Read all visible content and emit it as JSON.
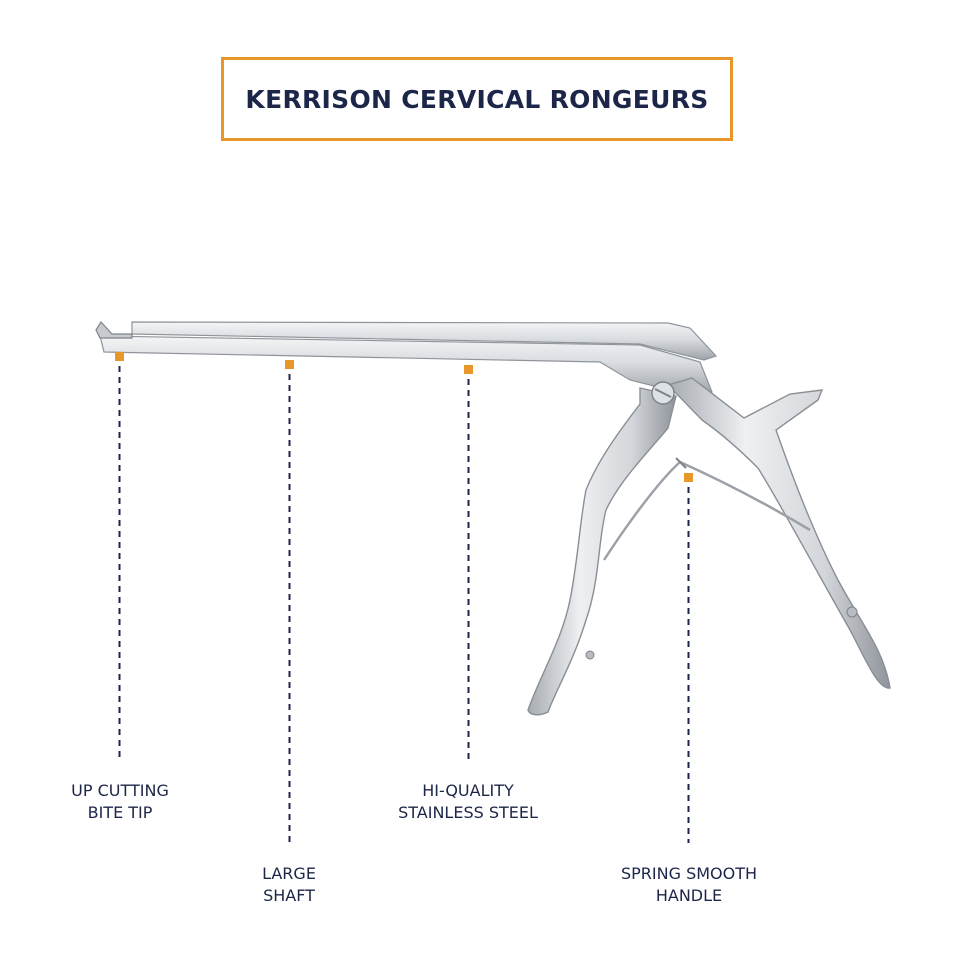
{
  "title": "KERRISON CERVICAL RONGEURS",
  "colors": {
    "accent": "#e8982a",
    "text": "#1c2648",
    "steel_light": "#e9ebee",
    "steel_dark": "#8f949b"
  },
  "callouts": [
    {
      "id": "tip",
      "lines": [
        "UP CUTTING",
        "BITE TIP"
      ]
    },
    {
      "id": "shaft",
      "lines": [
        "LARGE",
        "SHAFT"
      ]
    },
    {
      "id": "steel",
      "lines": [
        "HI-QUALITY",
        "STAINLESS STEEL"
      ]
    },
    {
      "id": "handle",
      "lines": [
        "SPRING SMOOTH",
        "HANDLE"
      ]
    }
  ]
}
